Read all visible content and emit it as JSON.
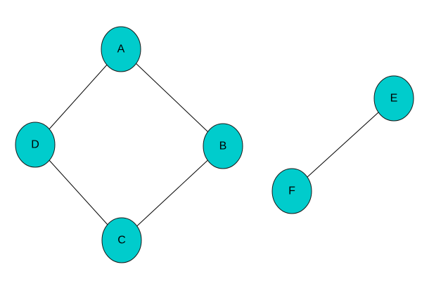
{
  "colors": {
    "node_fill": "#00CCCC",
    "node_stroke": "#1a1a1a",
    "edge": "#000000",
    "background": "#ffffff"
  },
  "nodes": [
    {
      "id": "A",
      "label": "A"
    },
    {
      "id": "B",
      "label": "B"
    },
    {
      "id": "C",
      "label": "C"
    },
    {
      "id": "D",
      "label": "D"
    },
    {
      "id": "E",
      "label": "E"
    },
    {
      "id": "F",
      "label": "F"
    }
  ],
  "edges": [
    {
      "from": "A",
      "to": "B"
    },
    {
      "from": "B",
      "to": "C"
    },
    {
      "from": "C",
      "to": "D"
    },
    {
      "from": "D",
      "to": "A"
    },
    {
      "from": "E",
      "to": "F"
    }
  ]
}
